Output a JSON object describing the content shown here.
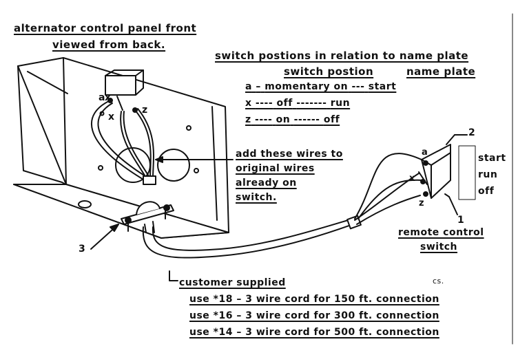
{
  "title": {
    "line1": "alternator control panel front",
    "line2": "viewed from back."
  },
  "switch_table": {
    "heading": "switch postions in relation to name plate",
    "col_switch": "switch postion",
    "col_plate": "name plate",
    "rows": [
      {
        "pos": "a",
        "sep1": "–",
        "text": "momentary on",
        "sep2": "---",
        "plate": "start"
      },
      {
        "pos": "x",
        "sep1": "----",
        "text": "off",
        "sep2": "-------",
        "plate": "run"
      },
      {
        "pos": "z",
        "sep1": "----",
        "text": "on",
        "sep2": "------",
        "plate": "off"
      }
    ]
  },
  "panel_terminals": {
    "a": "a",
    "x_top": "x",
    "x_side": "x",
    "z": "z"
  },
  "add_wires_note": [
    "add these wires to",
    "original wires",
    "already on",
    "switch."
  ],
  "remote": {
    "callout_number": "2",
    "plate_labels": [
      "start",
      "run",
      "off"
    ],
    "terminals": {
      "a": "a",
      "x": "x",
      "z": "z"
    },
    "switch_callout": "1",
    "label_line1": "remote control",
    "label_line2": "switch"
  },
  "clamp_callout": "3",
  "customer_supplied": "customer supplied",
  "cord_options": [
    "use *18 – 3 wire cord for 150 ft. connection",
    "use *16 – 3 wire cord for 300 ft. connection",
    "use *14 – 3 wire cord for 500 ft. connection"
  ],
  "cs_mark": "cs."
}
